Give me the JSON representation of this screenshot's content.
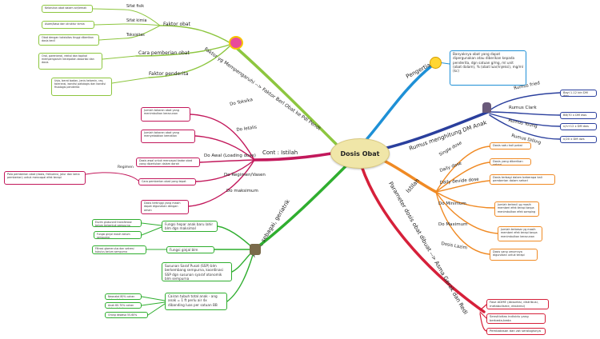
{
  "center": {
    "title": "Dosis Obat",
    "fill": "#f0e6a8"
  },
  "branches": {
    "pengertian": {
      "label": "Pengertian",
      "color": "#1e90d6",
      "text": "Banyaknya obat yang dapat dipergunakan atau diberikan kepada penderita, dgn satuan g/mg, ml unit (obat dalam), % (obat luar/injeksi), mg/ml (kc)"
    },
    "rumus": {
      "label": "Rumus menghitung DM Anak",
      "color": "#2a3f9d",
      "items": [
        {
          "label": "Rumus fried",
          "text": "Bayi 1-12 bln DM dws"
        },
        {
          "label": "Rumus Clark",
          "text": "BB/70 x DM dws"
        },
        {
          "label": "Rumus Young",
          "text": "n/n+12 x DM dws"
        },
        {
          "label": "Rumus Dilling",
          "text": "n/20 x DM dws"
        }
      ]
    },
    "istilah": {
      "label": "Istilah",
      "color": "#f08a24",
      "items": [
        {
          "label": "Single dose",
          "text": "Dosis satu kali pakai"
        },
        {
          "label": "Daily dose",
          "text": "Dosis yang diberikan sehari"
        },
        {
          "label": "Daily devide dose",
          "text": "Dosis terbagi dalam beberapa kali pemberian dalam sehari"
        },
        {
          "label": "Do Minimum",
          "text": "Jumlah terkecil yg masih memberi efek terapi tanpa menimbulkan efek samping"
        },
        {
          "label": "Do Maximum",
          "text": "Jumlah terbesar yg masih memberi efek terapi tanpa menimbulkan keracunan"
        },
        {
          "label": "Dosis Lazim",
          "text": "Dosis yang umumnya digunakan untuk terapi"
        }
      ]
    },
    "parameter": {
      "label": "Parameter dosis obat dibuat --> Asma Gerak dan Redi",
      "color": "#d6203a",
      "items": [
        "Fase ADME (Absorbsi, distribusi, metabolisme, ekskresi)",
        "Sensitivitas individu yang berbeda-beda",
        "Pembatasan dan zat serologisnya"
      ]
    },
    "anak": {
      "label": "Anak, sebagai, geriatrik",
      "color": "#2fae2f",
      "items": [
        {
          "label": "Fungsi hepar anak baru lahir blm dgn maksimal",
          "notes": [
            "Enzim glukuronil transferase belum terbentuk sempurna",
            "Fungsi ginjal masih belum sempurna"
          ]
        },
        {
          "label": "Fungsi ginjal blm sempurna",
          "notes": [
            "Filtrasi glomerulus dan sekresi tubulus belum sempurna"
          ]
        },
        {
          "label": "Susunan Saraf Pusat (SSP) blm berkembang sempurna, koordinasi SSP dgn susunan syaraf otonomik blm sempurna",
          "notes": []
        },
        {
          "label": "Cairan tubuh total anak - ang anak = 1 ft perlu air 4x dibanding luas per satuan BB",
          "notes": [
            "Neonatal 80% cairan dalam tubuh",
            "Anak 60-70% cairan dalam tubuh",
            "Orang dewasa 55-60% cairan"
          ]
        }
      ]
    },
    "cont": {
      "label": "Cont : Istilah",
      "color": "#c2185b",
      "items": [
        {
          "label": "Do Toksika",
          "text": "Jumlah takaran obat yang menimbulkan keracunan"
        },
        {
          "label": "Do letalis",
          "text": "Jumlah takaran obat yang menyebabkan kematian"
        },
        {
          "label": "Do Awal (Loading dose)",
          "text": "Dosis awal untuk mencapai kadar obat yang diperlukan dalam darah"
        },
        {
          "label": "Do Regimen/Vasen",
          "text": "Cara pemberian obat yang tepat"
        },
        {
          "label": "Do maksimum",
          "text": "Dosis tertinggi yang masih dapat digunakan dengan aman"
        }
      ],
      "extra": {
        "label": "Regimen",
        "text": "Pola pemberian obat (dosis, frekuensi, jalur dan lama pemberian) untuk mencapai efek terapi"
      }
    },
    "faktor": {
      "label": "Faktor yg Mempengaruhi --> Faktor Berl Obat ke Pdl Pendt",
      "color": "#8dc63f",
      "groups": [
        {
          "label": "Faktor obat",
          "subs": [
            {
              "label": "Sifat fisik",
              "text": "Kelarutan obat dalam air/lemak"
            },
            {
              "label": "Sifat kimia",
              "text": "Asam/basa dan struktur kimia"
            },
            {
              "label": "Toksisitas",
              "text": "Obat dengan toksisitas tinggi diberikan dosis kecil"
            }
          ]
        },
        {
          "label": "Cara pemberian obat",
          "subs": [],
          "text": "Oral, parenteral, rektal dan topikal mempengaruhi kecepatan absorbsi dan dosis"
        },
        {
          "label": "Faktor penderita",
          "subs": [],
          "text": "Usia, berat badan, jenis kelamin, ras, toleransi, kondisi patologis dan kondisi fisiologis penderita"
        }
      ]
    }
  }
}
